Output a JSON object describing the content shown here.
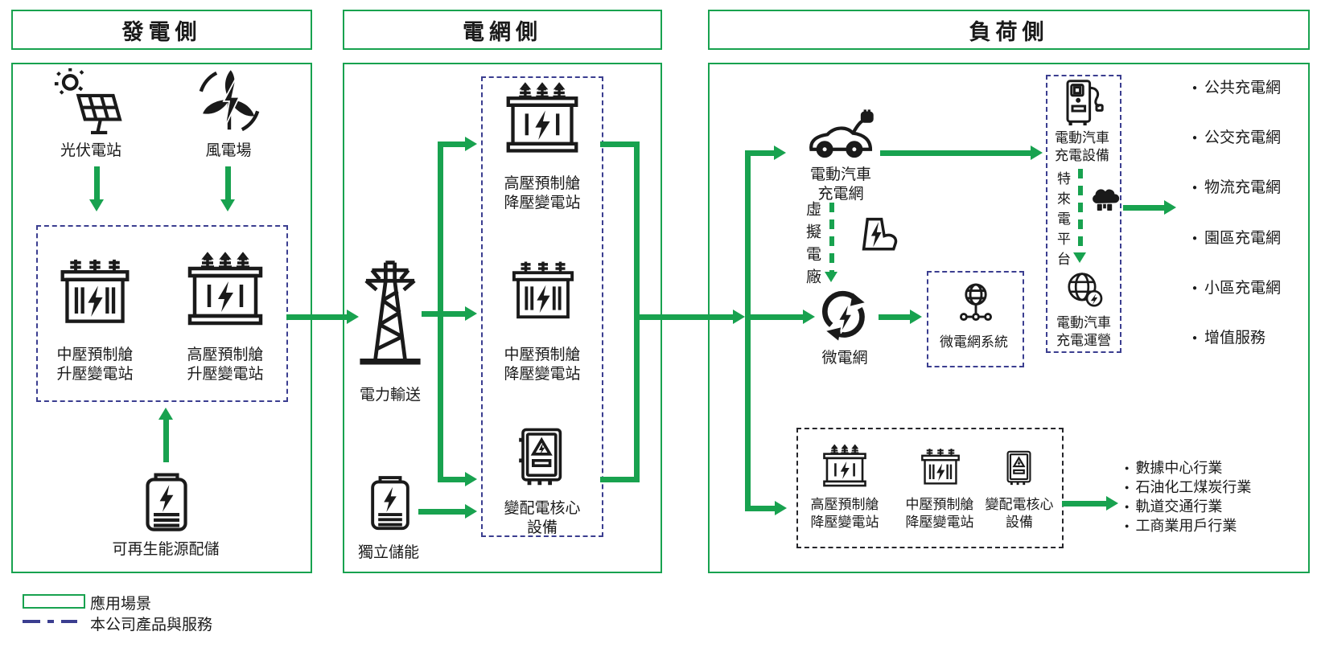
{
  "palette": {
    "green": "#18a24f",
    "navy": "#3b3e90",
    "ink": "#1a1a1a"
  },
  "legend": {
    "application_scenario": "應用場景",
    "company_products": "本公司產品與服務"
  },
  "generation": {
    "title": "發電側",
    "pv_station": "光伏電站",
    "wind_farm": "風電場",
    "mv_stepup": "中壓預制艙\n升壓變電站",
    "hv_stepup": "高壓預制艙\n升壓變電站",
    "renewable_storage": "可再生能源配儲"
  },
  "grid": {
    "title": "電網側",
    "power_transmission": "電力輸送",
    "hv_stepdown": "高壓預制艙\n降壓變電站",
    "mv_stepdown": "中壓預制艙\n降壓變電站",
    "core_equipment": "變配電核心\n設備",
    "standalone_storage": "獨立儲能"
  },
  "load": {
    "title": "負荷側",
    "ev_charging_network": "電動汽車\n充電網",
    "virtual_power_plant": "虛擬電廠",
    "microgrid": "微電網",
    "microgrid_system": "微電網系統",
    "ev_charging_equipment": "電動汽車\n充電設備",
    "teld_platform": "特來電平台",
    "ev_charging_operation": "電動汽車\n充電運營",
    "charging_networks": [
      "公共充電網",
      "公交充電網",
      "物流充電網",
      "園區充電網",
      "小區充電網",
      "增值服務"
    ],
    "hv_stepdown": "高壓預制艙\n降壓變電站",
    "mv_stepdown": "中壓預制艙\n降壓變電站",
    "core_equipment": "變配電核心\n設備",
    "industries": [
      "數據中心行業",
      "石油化工煤炭行業",
      "軌道交通行業",
      "工商業用戶行業"
    ]
  }
}
